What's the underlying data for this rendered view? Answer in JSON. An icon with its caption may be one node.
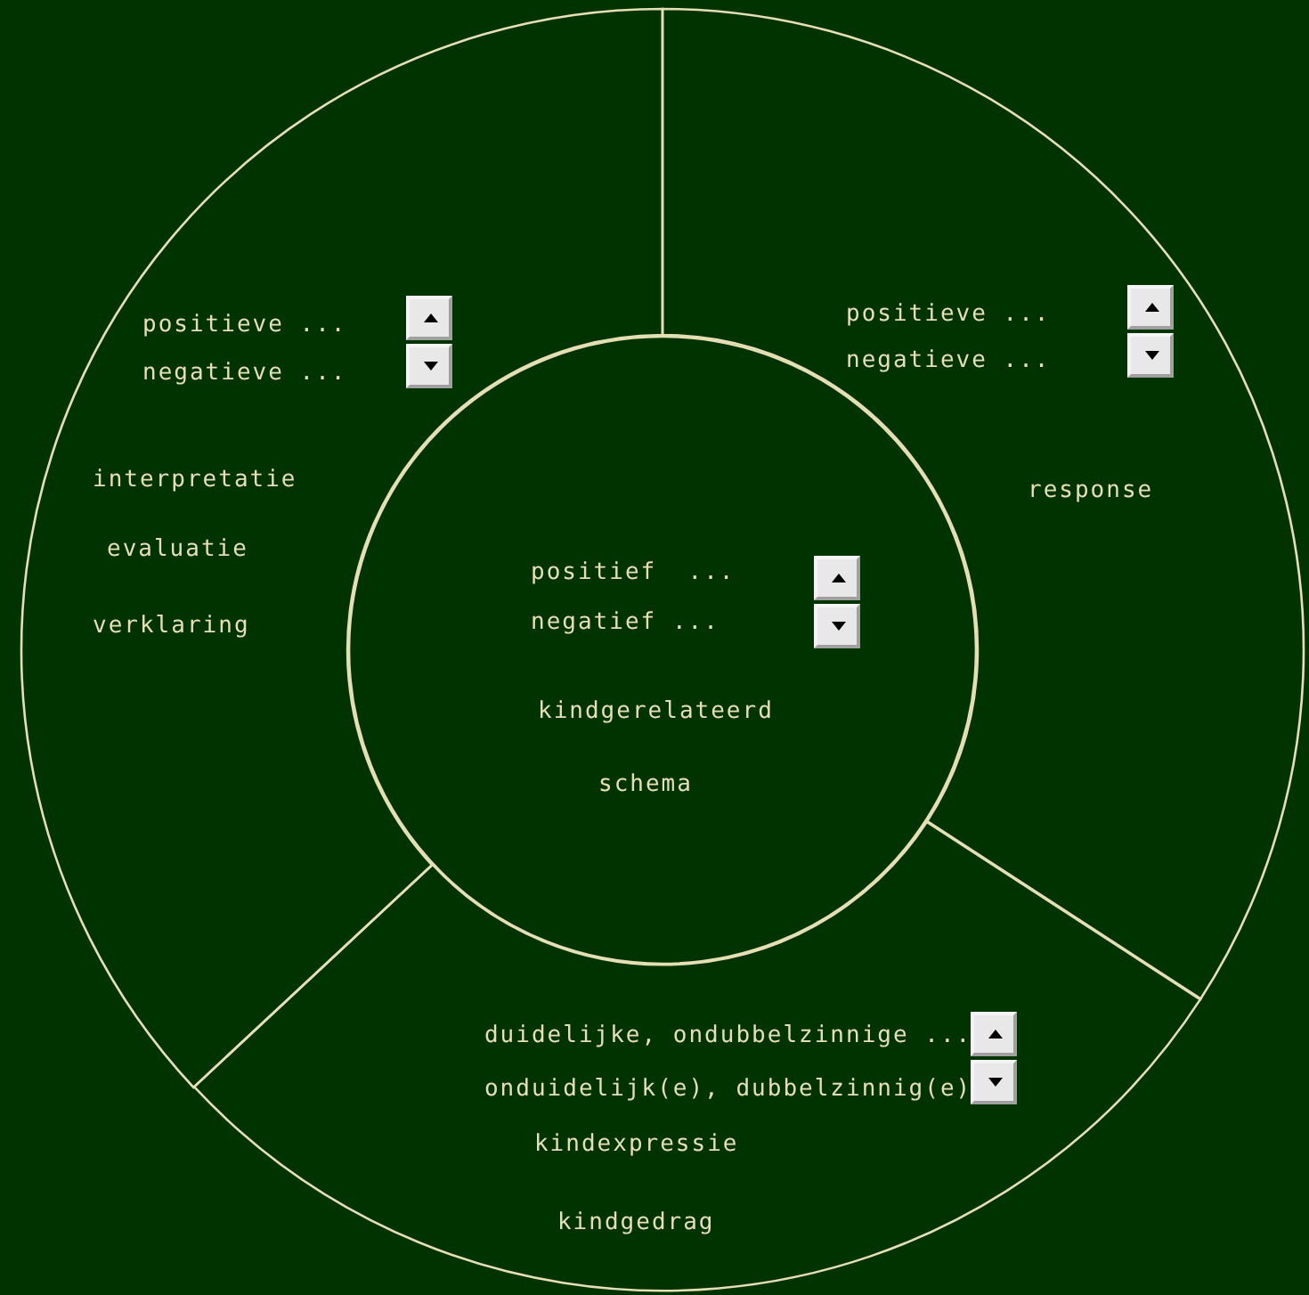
{
  "diagram": {
    "nodes": [
      {
        "text": [
          "positieve ...",
          "negatieve ...",
          "interpretatie",
          "evaluatie",
          "verklaring"
        ]
      },
      {
        "text": [
          "positieve ...",
          "negatieve ...",
          "response"
        ]
      },
      {
        "text": [
          "positief  ...",
          "negatief ...",
          "kindgerelateerd",
          "schema"
        ]
      },
      {
        "text": [
          "duidelijke, ondubbelzinnige ...",
          "onduidelijk(e), dubbelzinnig(e)",
          "kindexpressie",
          "kindgedrag"
        ]
      }
    ]
  }
}
